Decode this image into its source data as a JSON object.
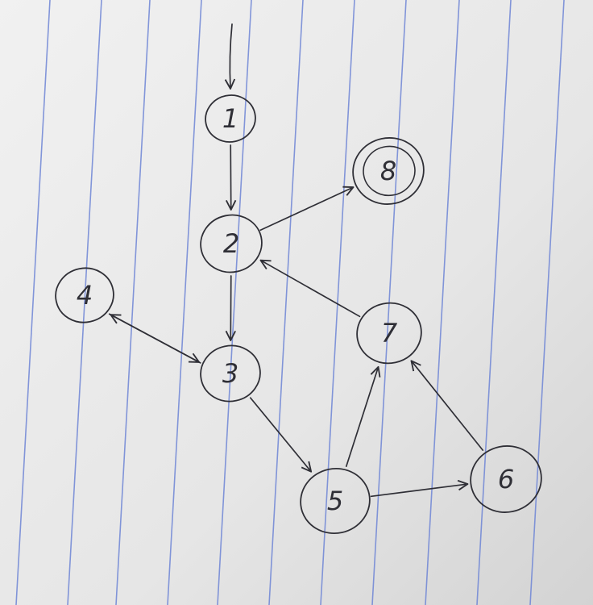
{
  "colors": {
    "paper": "#ececec",
    "paper_shadow": "#d9d9d9",
    "rule_line": "#6f86d6",
    "ink": "#2f2f36"
  },
  "diagram": {
    "nodes": [
      {
        "id": "1",
        "label": "1",
        "accepting": false
      },
      {
        "id": "2",
        "label": "2",
        "accepting": false
      },
      {
        "id": "3",
        "label": "3",
        "accepting": false
      },
      {
        "id": "4",
        "label": "4",
        "accepting": false
      },
      {
        "id": "5",
        "label": "5",
        "accepting": false
      },
      {
        "id": "6",
        "label": "6",
        "accepting": false
      },
      {
        "id": "7",
        "label": "7",
        "accepting": false
      },
      {
        "id": "8",
        "label": "8",
        "accepting": true
      }
    ],
    "start": "1",
    "edges": [
      {
        "from": "1",
        "to": "2"
      },
      {
        "from": "2",
        "to": "8"
      },
      {
        "from": "2",
        "to": "3"
      },
      {
        "from": "3",
        "to": "4"
      },
      {
        "from": "4",
        "to": "3"
      },
      {
        "from": "3",
        "to": "5"
      },
      {
        "from": "5",
        "to": "7"
      },
      {
        "from": "7",
        "to": "2"
      },
      {
        "from": "5",
        "to": "6"
      },
      {
        "from": "6",
        "to": "7"
      }
    ]
  }
}
